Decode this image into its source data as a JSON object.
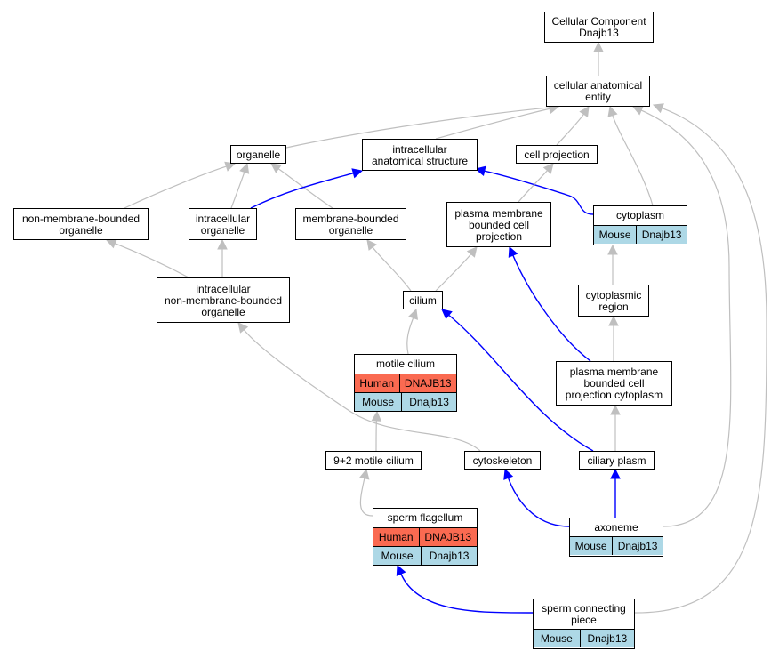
{
  "colors": {
    "edge_is_a": "#bfbfbf",
    "edge_part_of": "#0000ff",
    "human_row": "#fa6a51",
    "mouse_row": "#add8e6",
    "node_border": "#000000"
  },
  "nodes": {
    "root": {
      "lines": [
        "Cellular Component",
        "Dnajb13"
      ]
    },
    "cellular_anatomical_entity": {
      "lines": [
        "cellular anatomical",
        "entity"
      ]
    },
    "organelle": {
      "lines": [
        "organelle"
      ]
    },
    "intracellular_anatomical_structure": {
      "lines": [
        "intracellular",
        "anatomical structure"
      ]
    },
    "cell_projection": {
      "lines": [
        "cell projection"
      ]
    },
    "non_membrane_bounded_organelle": {
      "lines": [
        "non-membrane-bounded",
        "organelle"
      ]
    },
    "intracellular_organelle": {
      "lines": [
        "intracellular",
        "organelle"
      ]
    },
    "membrane_bounded_organelle": {
      "lines": [
        "membrane-bounded",
        "organelle"
      ]
    },
    "plasma_membrane_bounded_cell_projection": {
      "lines": [
        "plasma membrane",
        "bounded cell",
        "projection"
      ]
    },
    "cytoplasm": {
      "lines": [
        "cytoplasm"
      ],
      "rows": [
        [
          "Mouse",
          "Dnajb13"
        ]
      ]
    },
    "intracellular_non_membrane_bounded_organelle": {
      "lines": [
        "intracellular",
        "non-membrane-bounded",
        "organelle"
      ]
    },
    "cilium": {
      "lines": [
        "cilium"
      ]
    },
    "cytoplasmic_region": {
      "lines": [
        "cytoplasmic",
        "region"
      ]
    },
    "motile_cilium": {
      "lines": [
        "motile cilium"
      ],
      "rows": [
        [
          "Human",
          "DNAJB13"
        ],
        [
          "Mouse",
          "Dnajb13"
        ]
      ]
    },
    "pmbcp_cytoplasm": {
      "lines": [
        "plasma membrane",
        "bounded cell",
        "projection cytoplasm"
      ]
    },
    "nine_two_motile_cilium": {
      "lines": [
        "9+2 motile cilium"
      ]
    },
    "cytoskeleton": {
      "lines": [
        "cytoskeleton"
      ]
    },
    "ciliary_plasm": {
      "lines": [
        "ciliary plasm"
      ]
    },
    "sperm_flagellum": {
      "lines": [
        "sperm flagellum"
      ],
      "rows": [
        [
          "Human",
          "DNAJB13"
        ],
        [
          "Mouse",
          "Dnajb13"
        ]
      ]
    },
    "axoneme": {
      "lines": [
        "axoneme"
      ],
      "rows": [
        [
          "Mouse",
          "Dnajb13"
        ]
      ]
    },
    "sperm_connecting_piece": {
      "lines": [
        "sperm connecting",
        "piece"
      ],
      "rows": [
        [
          "Mouse",
          "Dnajb13"
        ]
      ]
    }
  },
  "edges": [
    {
      "from": "cellular_anatomical_entity",
      "to": "root",
      "type": "is_a"
    },
    {
      "from": "organelle",
      "to": "cellular_anatomical_entity",
      "type": "is_a"
    },
    {
      "from": "intracellular_anatomical_structure",
      "to": "cellular_anatomical_entity",
      "type": "is_a"
    },
    {
      "from": "cell_projection",
      "to": "cellular_anatomical_entity",
      "type": "is_a"
    },
    {
      "from": "cytoplasm",
      "to": "cellular_anatomical_entity",
      "type": "is_a"
    },
    {
      "from": "axoneme",
      "to": "cellular_anatomical_entity",
      "type": "is_a"
    },
    {
      "from": "sperm_connecting_piece",
      "to": "cellular_anatomical_entity",
      "type": "is_a"
    },
    {
      "from": "non_membrane_bounded_organelle",
      "to": "organelle",
      "type": "is_a"
    },
    {
      "from": "intracellular_organelle",
      "to": "organelle",
      "type": "is_a"
    },
    {
      "from": "membrane_bounded_organelle",
      "to": "organelle",
      "type": "is_a"
    },
    {
      "from": "intracellular_organelle",
      "to": "intracellular_anatomical_structure",
      "type": "part_of"
    },
    {
      "from": "cytoplasm",
      "to": "intracellular_anatomical_structure",
      "type": "part_of"
    },
    {
      "from": "plasma_membrane_bounded_cell_projection",
      "to": "cell_projection",
      "type": "is_a"
    },
    {
      "from": "intracellular_non_membrane_bounded_organelle",
      "to": "non_membrane_bounded_organelle",
      "type": "is_a"
    },
    {
      "from": "intracellular_non_membrane_bounded_organelle",
      "to": "intracellular_organelle",
      "type": "is_a"
    },
    {
      "from": "cilium",
      "to": "membrane_bounded_organelle",
      "type": "is_a"
    },
    {
      "from": "cilium",
      "to": "plasma_membrane_bounded_cell_projection",
      "type": "is_a"
    },
    {
      "from": "pmbcp_cytoplasm",
      "to": "plasma_membrane_bounded_cell_projection",
      "type": "part_of"
    },
    {
      "from": "cytoplasmic_region",
      "to": "cytoplasm",
      "type": "is_a"
    },
    {
      "from": "cytoskeleton",
      "to": "intracellular_non_membrane_bounded_organelle",
      "type": "is_a"
    },
    {
      "from": "motile_cilium",
      "to": "cilium",
      "type": "is_a"
    },
    {
      "from": "ciliary_plasm",
      "to": "cilium",
      "type": "part_of"
    },
    {
      "from": "pmbcp_cytoplasm",
      "to": "cytoplasmic_region",
      "type": "is_a"
    },
    {
      "from": "nine_two_motile_cilium",
      "to": "motile_cilium",
      "type": "is_a"
    },
    {
      "from": "ciliary_plasm",
      "to": "pmbcp_cytoplasm",
      "type": "is_a"
    },
    {
      "from": "sperm_flagellum",
      "to": "nine_two_motile_cilium",
      "type": "is_a"
    },
    {
      "from": "axoneme",
      "to": "cytoskeleton",
      "type": "part_of"
    },
    {
      "from": "axoneme",
      "to": "ciliary_plasm",
      "type": "part_of"
    },
    {
      "from": "sperm_connecting_piece",
      "to": "sperm_flagellum",
      "type": "part_of"
    }
  ]
}
